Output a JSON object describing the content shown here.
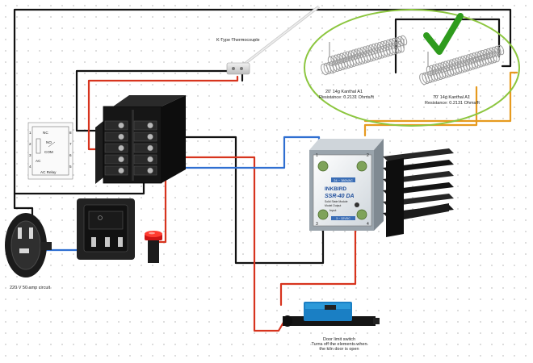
{
  "labels": {
    "thermocouple": "K Type Thermocouple",
    "element_left": "20' 14g Kanthal A1",
    "element_left_res": "Resistance: 0.2131 Ohms/ft",
    "element_right": "70' 14g Kanthal A1",
    "element_right_res": "Resistance: 0.2131 Ohms/ft",
    "power": "220 V 50 amp circuit",
    "door_switch": "Door limit switch",
    "door_switch_note1": "Turns off the elements when",
    "door_switch_note2": "the kiln door is open"
  },
  "relay_diagram": {
    "nc": "NC",
    "no": "NO",
    "com": "COM",
    "pins_left": [
      "1",
      "2",
      "3",
      "4"
    ],
    "pins_right": [
      "8",
      "7",
      "6",
      "5"
    ],
    "coil": "AC",
    "title": "AC Relay"
  },
  "ssr": {
    "top_band": "24 ~ 380VAC",
    "brand": "INKBIRD",
    "model": "SSR-40 DA",
    "sub1": "Solid State Module",
    "sub2": "Model Output",
    "input": "Input",
    "bottom_band": "3 ~ 32VDC",
    "term_1": "1",
    "term_2": "2",
    "term_3": "3",
    "term_4": "4"
  },
  "colors": {
    "wire_black": "#111111",
    "wire_red": "#d7341e",
    "wire_blue": "#2f6fd1",
    "wire_orange": "#e69a1f",
    "highlight_green": "#8cc63f",
    "check_green": "#2e9b1d"
  },
  "icons": [
    "check-icon"
  ]
}
